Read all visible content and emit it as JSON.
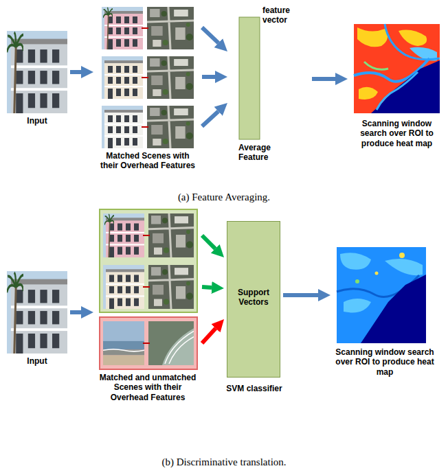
{
  "diagram": {
    "nodes": [
      {
        "text": [
          "Input"
        ]
      },
      {
        "text": [
          "Matched Scenes with their Overhead Features"
        ]
      },
      {
        "text": [
          "feature vector",
          "Average Feature"
        ]
      },
      {
        "text": [
          "Scanning window search over ROI to produce heat map"
        ]
      },
      {
        "text": [
          "Input"
        ]
      },
      {
        "text": [
          "Matched and unmatched Scenes with their Overhead Features"
        ]
      },
      {
        "text": [
          "Support Vectors",
          "SVM classifier"
        ]
      },
      {
        "text": [
          "Scanning window search over ROI to produce heat map"
        ]
      }
    ],
    "edges": [
      {
        "from": 0,
        "to": 1,
        "arrow": "to"
      },
      {
        "from": 1,
        "to": 2,
        "arrow": "to"
      },
      {
        "from": 2,
        "to": 3,
        "arrow": "to"
      },
      {
        "from": 4,
        "to": 5,
        "arrow": "to"
      },
      {
        "from": 5,
        "to": 6,
        "arrow": "to"
      },
      {
        "from": 6,
        "to": 7,
        "arrow": "to"
      }
    ],
    "labels": [
      "(a) Feature Averaging.",
      "(b) Discriminative translation."
    ]
  }
}
